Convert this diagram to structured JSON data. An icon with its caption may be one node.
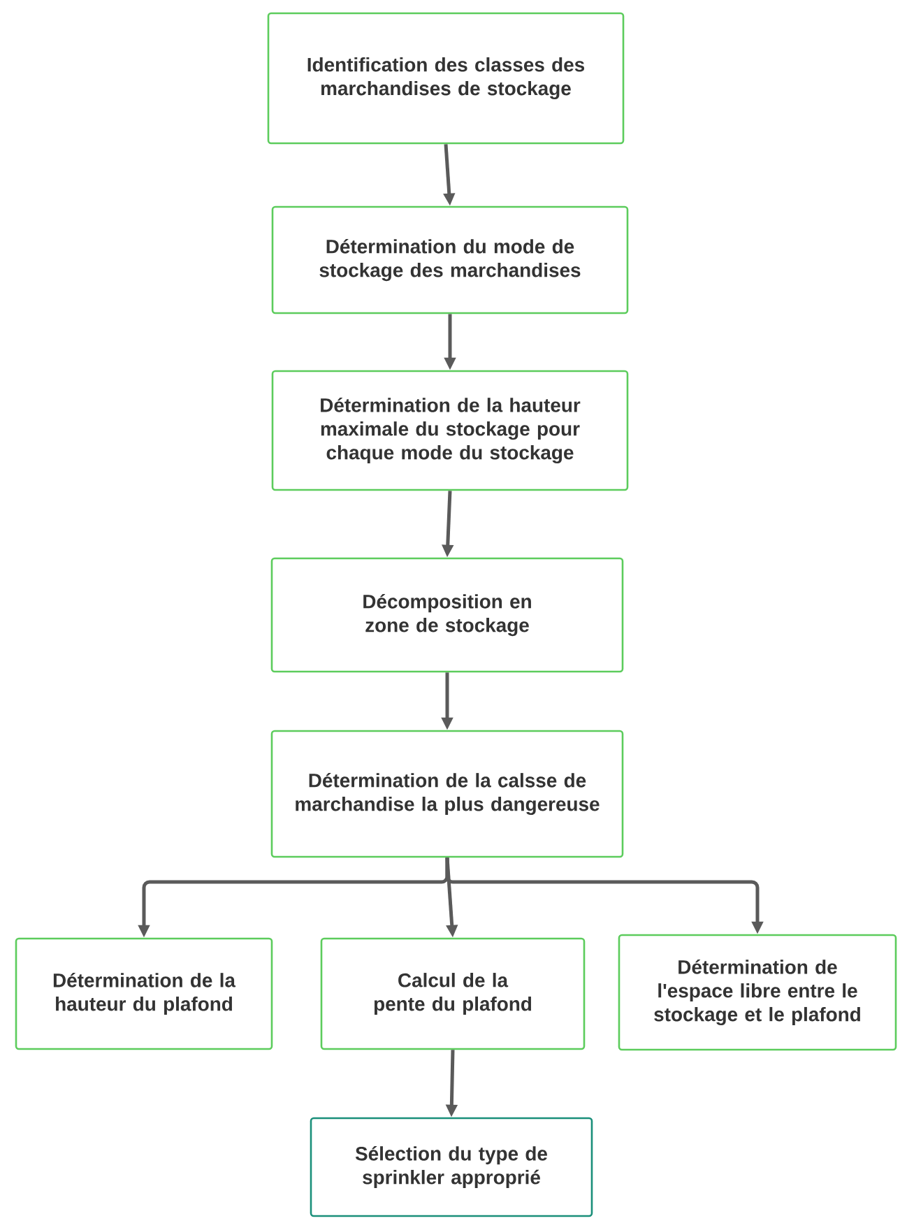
{
  "diagram": {
    "nodes": [
      {
        "text": [
          "Identification des classes des marchandises de stockage"
        ]
      },
      {
        "text": [
          "Détermination du mode de stockage des marchandises"
        ]
      },
      {
        "text": [
          "Détermination de la hauteur maximale du stockage pour chaque mode du stockage"
        ]
      },
      {
        "text": [
          "Décomposition en zone de stockage"
        ]
      },
      {
        "text": [
          "Détermination de la calsse de marchandise la plus dangereuse"
        ]
      },
      {
        "text": [
          "Détermination de la hauteur du plafond"
        ]
      },
      {
        "text": [
          "Calcul de la pente du plafond"
        ]
      },
      {
        "text": [
          "Détermination de l'espace libre entre le stockage et le plafond"
        ]
      },
      {
        "text": [
          "Sélection du type de sprinkler approprié"
        ]
      }
    ],
    "edges": [
      {
        "from": 0,
        "to": 1,
        "arrow": "to"
      },
      {
        "from": 1,
        "to": 2,
        "arrow": "to"
      },
      {
        "from": 2,
        "to": 3,
        "arrow": "to"
      },
      {
        "from": 3,
        "to": 4,
        "arrow": "to"
      },
      {
        "from": 4,
        "to": 5,
        "arrow": "to"
      },
      {
        "from": 4,
        "to": 6,
        "arrow": "to"
      },
      {
        "from": 4,
        "to": 7,
        "arrow": "to"
      },
      {
        "from": 6,
        "to": 8,
        "arrow": "to"
      }
    ]
  }
}
